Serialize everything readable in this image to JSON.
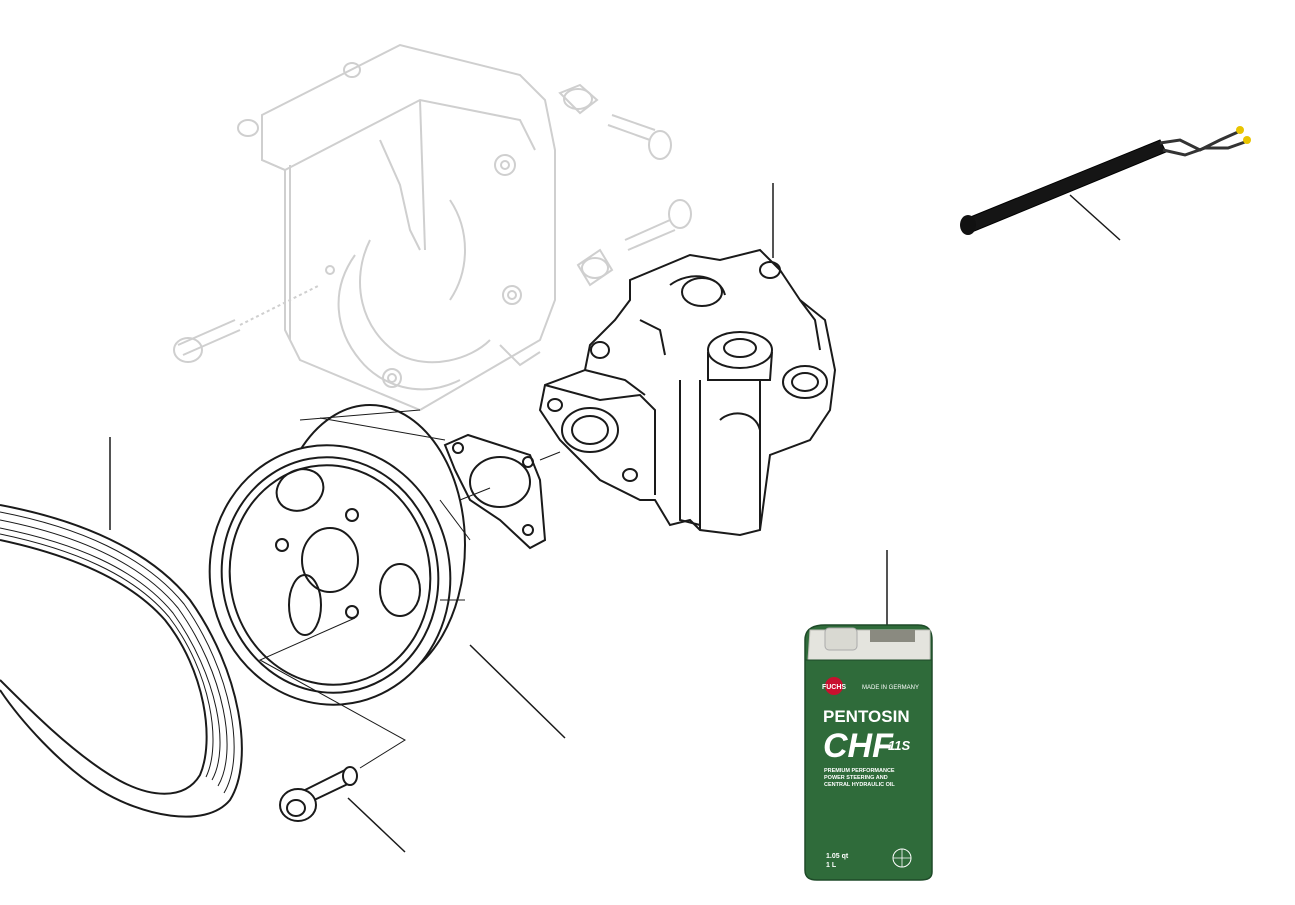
{
  "diagram": {
    "parts": [
      {
        "id": "pump-bracket",
        "label": ""
      },
      {
        "id": "power-steering-pump",
        "label": ""
      },
      {
        "id": "gasket",
        "label": ""
      },
      {
        "id": "pulley",
        "label": ""
      },
      {
        "id": "drive-belt",
        "label": ""
      },
      {
        "id": "pulley-bolt",
        "label": ""
      },
      {
        "id": "cooler-hose",
        "label": ""
      },
      {
        "id": "fluid-can",
        "label": ""
      }
    ]
  },
  "fluid_can": {
    "brand": "FUCHS",
    "origin": "MADE IN GERMANY",
    "product": "PENTOSIN",
    "grade": "CHF",
    "grade_suffix": "11S",
    "description_line1": "PREMIUM PERFORMANCE",
    "description_line2": "POWER STEERING AND",
    "description_line3": "CENTRAL HYDRAULIC OIL",
    "volume_qt": "1.05 qt",
    "volume_l": "1 L",
    "colors": {
      "body": "#2f6b3a",
      "cap": "#d9d9d2",
      "label_text": "#ffffff"
    }
  }
}
